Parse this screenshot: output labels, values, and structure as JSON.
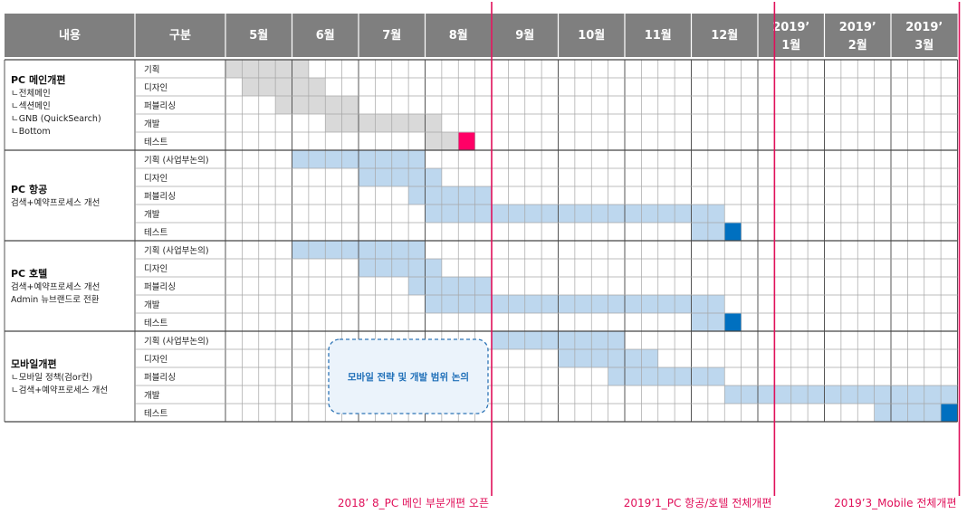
{
  "header": {
    "col_content": "내용",
    "col_type": "구분",
    "months": [
      "5월",
      "6월",
      "7월",
      "8월",
      "9월",
      "10월",
      "11월",
      "12월",
      "2019’\n1월",
      "2019’\n2월",
      "2019’\n3월"
    ]
  },
  "colors": {
    "header_bg": "#7f7f7f",
    "gray_bar": "#d9d9d9",
    "blue_bar": "#bdd7ee",
    "pink_end": "#ff0066",
    "blue_end": "#0070c0",
    "milestone_line": "#e0105a",
    "note_border": "#2e75b6",
    "note_fill": "#ebf3fb"
  },
  "chart_data": {
    "type": "gantt",
    "weeks_per_month": 4,
    "months": [
      "5월",
      "6월",
      "7월",
      "8월",
      "9월",
      "10월",
      "11월",
      "12월",
      "2019’ 1월",
      "2019’ 2월",
      "2019’ 3월"
    ],
    "groups": [
      {
        "title": "PC 메인개편",
        "subs": [
          "ㄴ전체메인",
          "ㄴ섹션메인",
          "ㄴGNB (QuickSearch)",
          "ㄴBottom"
        ],
        "tasks": [
          {
            "label": "기획",
            "start": 0,
            "end": 5,
            "color": "gray"
          },
          {
            "label": "디자인",
            "start": 1,
            "end": 6,
            "color": "gray"
          },
          {
            "label": "퍼블리싱",
            "start": 3,
            "end": 8,
            "color": "gray"
          },
          {
            "label": "개발",
            "start": 6,
            "end": 13,
            "color": "gray"
          },
          {
            "label": "테스트",
            "start": 12,
            "end": 15,
            "color": "gray",
            "end_mark": "pink"
          }
        ]
      },
      {
        "title": "PC 항공",
        "subs": [
          "검색+예약프로세스 개선"
        ],
        "tasks": [
          {
            "label": "기획 (사업부논의)",
            "start": 4,
            "end": 12,
            "color": "blue"
          },
          {
            "label": "디자인",
            "start": 8,
            "end": 13,
            "color": "blue"
          },
          {
            "label": "퍼블리싱",
            "start": 11,
            "end": 16,
            "color": "blue"
          },
          {
            "label": "개발",
            "start": 12,
            "end": 30,
            "color": "blue"
          },
          {
            "label": "테스트",
            "start": 28,
            "end": 31,
            "color": "blue",
            "end_mark": "blue"
          }
        ]
      },
      {
        "title": "PC 호텔",
        "subs": [
          "검색+예약프로세스 개선",
          "Admin 뉴브랜드로 전환"
        ],
        "tasks": [
          {
            "label": "기획 (사업부논의)",
            "start": 4,
            "end": 12,
            "color": "blue"
          },
          {
            "label": "디자인",
            "start": 8,
            "end": 13,
            "color": "blue"
          },
          {
            "label": "퍼블리싱",
            "start": 11,
            "end": 16,
            "color": "blue"
          },
          {
            "label": "개발",
            "start": 12,
            "end": 30,
            "color": "blue"
          },
          {
            "label": "테스트",
            "start": 28,
            "end": 31,
            "color": "blue",
            "end_mark": "blue"
          }
        ]
      },
      {
        "title": "모바일개편",
        "subs": [
          "ㄴ모바일 정책(검or컨)",
          "ㄴ검색+예약프로세스 개선"
        ],
        "tasks": [
          {
            "label": "기획 (사업부논의)",
            "start": 16,
            "end": 24,
            "color": "blue"
          },
          {
            "label": "디자인",
            "start": 20,
            "end": 26,
            "color": "blue"
          },
          {
            "label": "퍼블리싱",
            "start": 23,
            "end": 30,
            "color": "blue"
          },
          {
            "label": "개발",
            "start": 30,
            "end": 44,
            "color": "blue"
          },
          {
            "label": "테스트",
            "start": 39,
            "end": 44,
            "color": "blue",
            "end_mark": "blue"
          }
        ]
      }
    ],
    "note": "모바일 전략 및 개발 범위 논의",
    "milestones": [
      {
        "label": "2018’ 8_PC 메인 부분개편 오픈",
        "at_week": 16
      },
      {
        "label": "2019’1_PC 항공/호텔 전체개편",
        "at_week": 33
      },
      {
        "label": "2019’3_Mobile 전체개편",
        "at_week": 44
      }
    ]
  }
}
